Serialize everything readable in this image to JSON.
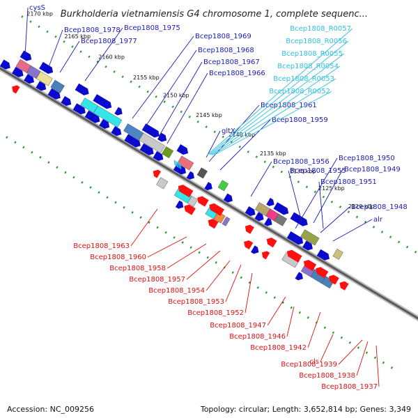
{
  "title": "Burkholderia vietnamiensis G4 chromosome 1, complete sequenc...",
  "accession": "Accession: NC_009256",
  "topology": "Topology: circular; Length: 3,652,814 bp; Genes: 3,349",
  "colors": {
    "forward_strand": "#0a0acd",
    "reverse_strand": "#ff1010",
    "forward_label": "#1a1ab5",
    "rna_label": "#30c0e0",
    "reverse_label": "#e01010",
    "backbone": "#888888",
    "ticks": "#1f9a1f"
  },
  "kbp_ticks": [
    "2170 kbp",
    "2165 kbp",
    "2160 kbp",
    "2155 kbp",
    "2150 kbp",
    "2145 kbp",
    "2140 kbp",
    "2135 kbp",
    "2130 kbp",
    "2125 kbp",
    "2120 kbp"
  ],
  "forward_labels": [
    "cysS",
    "Bcep1808_1978",
    "Bcep1808_1975",
    "Bcep1808_1977",
    "Bcep1808_1969",
    "Bcep1808_1968",
    "Bcep1808_1967",
    "Bcep1808_1966",
    "Bcep1808_1961",
    "gltX",
    "Bcep1808_1959",
    "Bcep1808_1956",
    "Bcep1808_1950",
    "Bcep1808_1955",
    "Bcep1808_1949",
    "Bcep1808_1951",
    "Bcep1808_1948",
    "alr"
  ],
  "rna_labels": [
    "Bcep1808_R0057",
    "Bcep1808_R0056",
    "Bcep1808_R0055",
    "Bcep1808_R0054",
    "Bcep1808_R0053",
    "Bcep1808_R0052"
  ],
  "reverse_labels": [
    "Bcep1808_1963",
    "Bcep1808_1960",
    "Bcep1808_1958",
    "Bcep1808_1957",
    "Bcep1808_1954",
    "Bcep1808_1953",
    "Bcep1808_1952",
    "Bcep1808_1947",
    "Bcep1808_1946",
    "Bcep1808_1942",
    "cls",
    "Bcep1808_1939",
    "Bcep1808_1938",
    "Bcep1808_1937"
  ]
}
